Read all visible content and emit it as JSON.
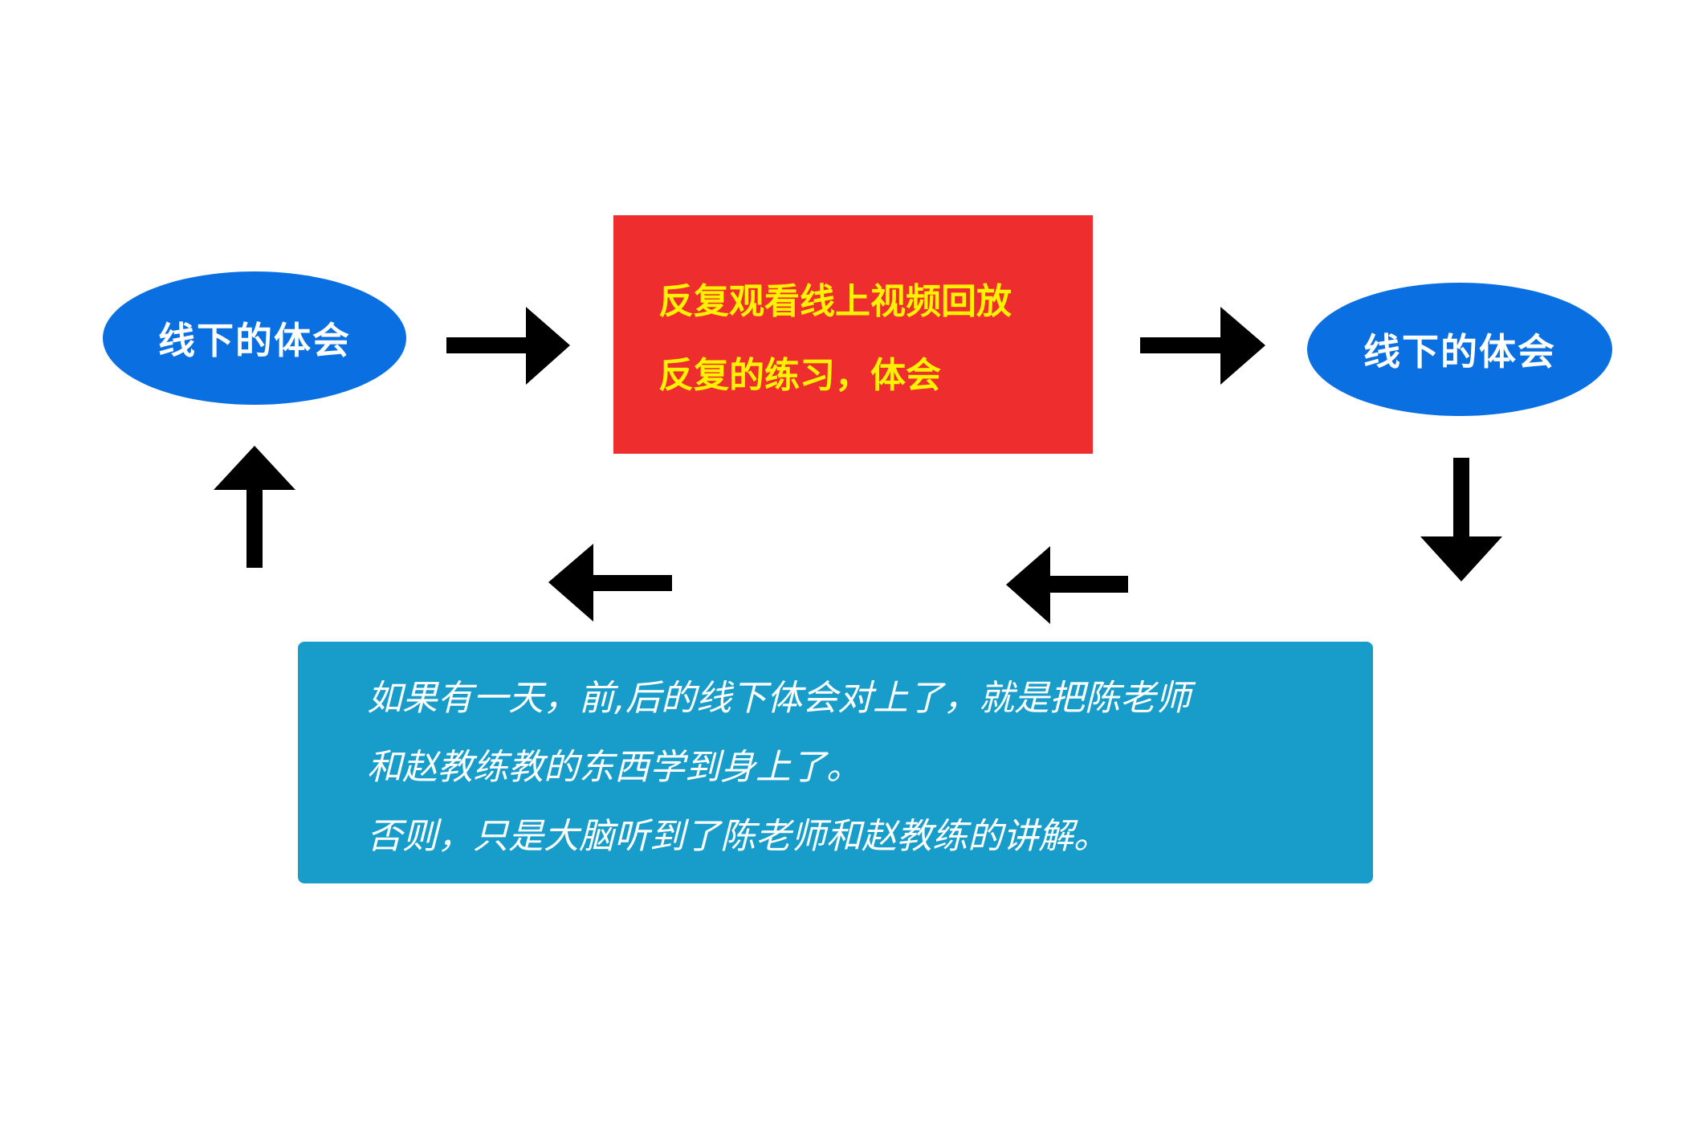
{
  "colors": {
    "ellipse_fill": "#0A6FE0",
    "center_box_fill": "#EE2E2E",
    "center_text": "#FFF200",
    "bottom_box_fill": "#189DCB",
    "bottom_text": "#FFFFFF",
    "arrow": "#000000"
  },
  "nodes": {
    "left_ellipse_label": "线下的体会",
    "right_ellipse_label": "线下的体会",
    "center_lines": [
      "反复观看线上视频回放",
      "反复的练习，体会"
    ],
    "bottom_lines": [
      "如果有一天，前,后的线下体会对上了，就是把陈老师",
      "和赵教练教的东西学到身上了。",
      "否则，只是大脑听到了陈老师和赵教练的讲解。"
    ]
  },
  "arrows": [
    {
      "id": "arrow-left-to-center",
      "direction": "right"
    },
    {
      "id": "arrow-center-to-right",
      "direction": "right"
    },
    {
      "id": "arrow-right-down",
      "direction": "down"
    },
    {
      "id": "arrow-mid-left",
      "direction": "left"
    },
    {
      "id": "arrow-bottom-left",
      "direction": "left"
    },
    {
      "id": "arrow-up-to-left",
      "direction": "up"
    }
  ]
}
